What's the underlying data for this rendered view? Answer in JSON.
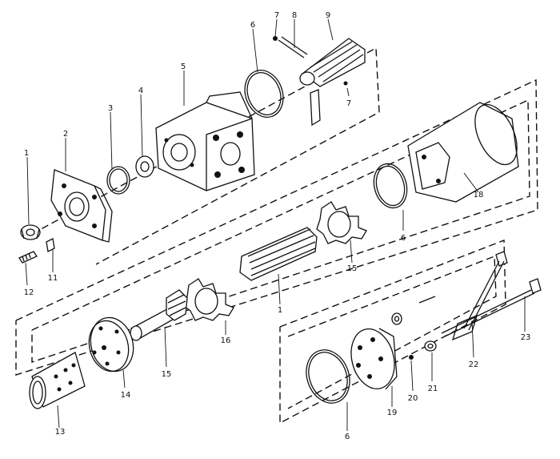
{
  "labels": {
    "l1": "1",
    "l2": "2",
    "l3": "3",
    "l4": "4",
    "l5": "5",
    "l6a": "6",
    "l7a": "7",
    "l8": "8",
    "l9": "9",
    "l7b": "7",
    "l11": "11",
    "l12": "12",
    "l13": "13",
    "l14": "14",
    "l15a": "15",
    "l15b": "15",
    "l16": "16",
    "l6b": "6",
    "l18": "18",
    "l1b": "1",
    "l6c": "6",
    "l19": "19",
    "l20": "20",
    "l21": "21",
    "l22": "22",
    "l23": "23"
  }
}
